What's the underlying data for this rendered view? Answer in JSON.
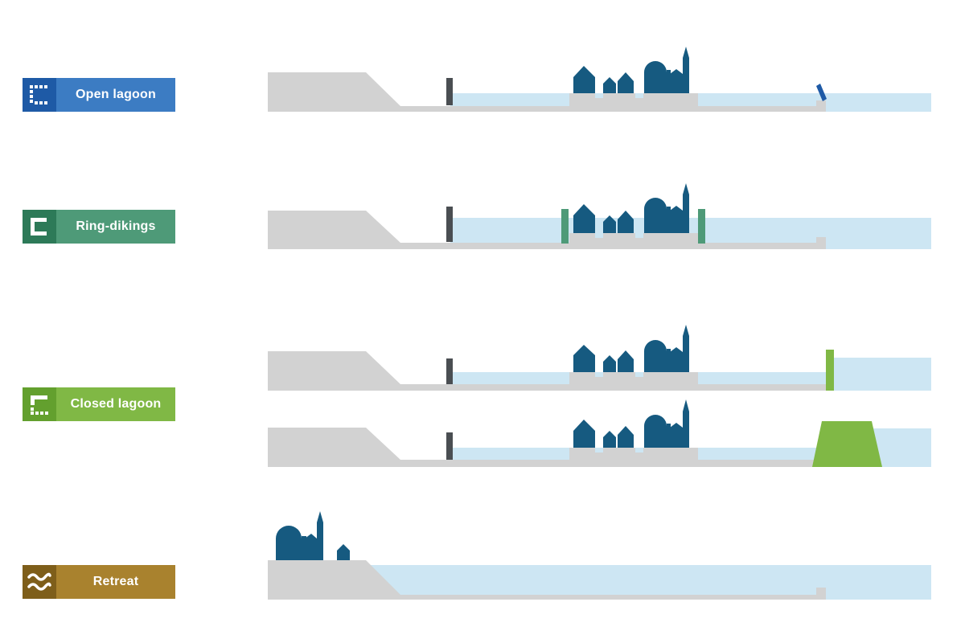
{
  "colors": {
    "ground": "#d2d2d2",
    "water": "#cde6f3",
    "building": "#165a80",
    "barrier_dark": "#4a4e52",
    "open_lagoon": "#3c7cc3",
    "open_lagoon_dark": "#1e5aa6",
    "ring_dikings": "#4e9a78",
    "ring_dikings_dark": "#2d7a58",
    "closed_lagoon": "#80b845",
    "closed_lagoon_dark": "#63a02e",
    "retreat": "#a9822e",
    "retreat_dark": "#7e5e1a"
  },
  "legend": {
    "open_lagoon": {
      "label": "Open lagoon",
      "icon": "dotted-bracket-icon"
    },
    "ring_dikings": {
      "label": "Ring-dikings",
      "icon": "solid-bracket-icon"
    },
    "closed_lagoon": {
      "label": "Closed lagoon",
      "icon": "dotted-square-bracket-icon"
    },
    "retreat": {
      "label": "Retreat",
      "icon": "wave-icon"
    }
  },
  "scenarios": [
    {
      "id": "open-lagoon",
      "barrier": "tilted-gate"
    },
    {
      "id": "ring-dikings",
      "barrier": "ring-dikes"
    },
    {
      "id": "closed-lagoon-gate",
      "barrier": "vertical-gate"
    },
    {
      "id": "closed-lagoon-dam",
      "barrier": "trapezoid-dam"
    },
    {
      "id": "retreat",
      "barrier": "none"
    }
  ]
}
